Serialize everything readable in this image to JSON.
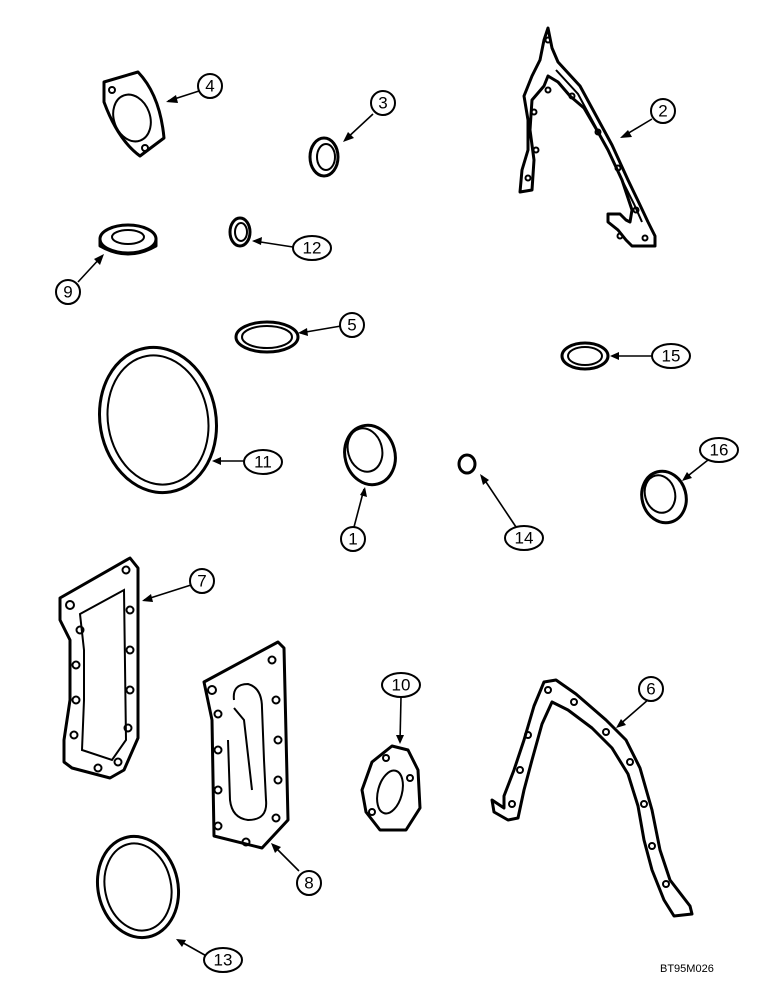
{
  "callouts": {
    "c1": "1",
    "c2": "2",
    "c3": "3",
    "c4": "4",
    "c5": "5",
    "c6": "6",
    "c7": "7",
    "c8": "8",
    "c9": "9",
    "c10": "10",
    "c11": "11",
    "c12": "12",
    "c13": "13",
    "c14": "14",
    "c15": "15",
    "c16": "16"
  },
  "figure_code": "BT95M026"
}
